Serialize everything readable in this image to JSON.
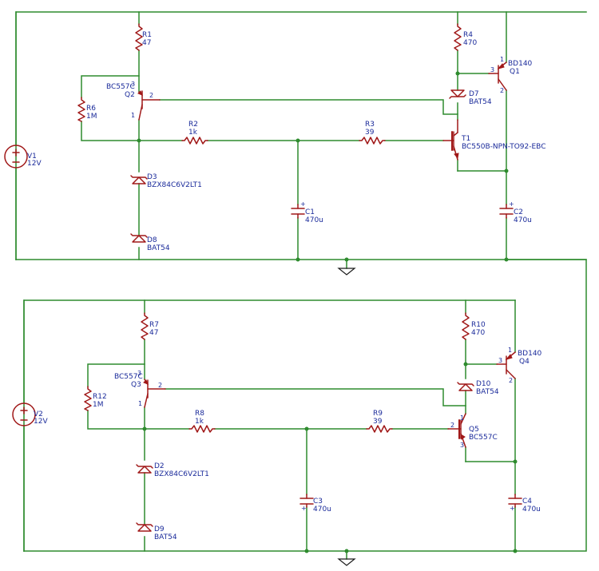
{
  "components": {
    "R1": {
      "ref": "R1",
      "value": "47"
    },
    "R4": {
      "ref": "R4",
      "value": "470"
    },
    "R6": {
      "ref": "R6",
      "value": "1M"
    },
    "R2": {
      "ref": "R2",
      "value": "1k"
    },
    "R3": {
      "ref": "R3",
      "value": "39"
    },
    "Q1": {
      "ref": "Q1",
      "value": "BD140",
      "pins": [
        "1",
        "2",
        "3"
      ]
    },
    "Q2": {
      "ref": "Q2",
      "value": "BC557C",
      "pins": [
        "1",
        "2",
        "3"
      ]
    },
    "T1": {
      "ref": "T1",
      "value": "BC550B-NPN-TO92-EBC"
    },
    "D7": {
      "ref": "D7",
      "value": "BAT54"
    },
    "D3": {
      "ref": "D3",
      "value": "BZX84C6V2LT1"
    },
    "D8": {
      "ref": "D8",
      "value": "BAT54"
    },
    "C1": {
      "ref": "C1",
      "value": "470u"
    },
    "C2": {
      "ref": "C2",
      "value": "470u"
    },
    "V1": {
      "ref": "V1",
      "value": "12V"
    },
    "R7": {
      "ref": "R7",
      "value": "47"
    },
    "R10": {
      "ref": "R10",
      "value": "470"
    },
    "R12": {
      "ref": "R12",
      "value": "1M"
    },
    "R8": {
      "ref": "R8",
      "value": "1k"
    },
    "R9": {
      "ref": "R9",
      "value": "39"
    },
    "Q3": {
      "ref": "Q3",
      "value": "BC557C",
      "pins": [
        "1",
        "2",
        "3"
      ]
    },
    "Q4": {
      "ref": "Q4",
      "value": "BD140",
      "pins": [
        "1",
        "2",
        "3"
      ]
    },
    "Q5": {
      "ref": "Q5",
      "value": "BC557C",
      "pins": [
        "1",
        "2",
        "3"
      ]
    },
    "D10": {
      "ref": "D10",
      "value": "BAT54"
    },
    "D2": {
      "ref": "D2",
      "value": "BZX84C6V2LT1"
    },
    "D9": {
      "ref": "D9",
      "value": "BAT54"
    },
    "C3": {
      "ref": "C3",
      "value": "470u"
    },
    "C4": {
      "ref": "C4",
      "value": "470u"
    },
    "V2": {
      "ref": "V2",
      "value": "12V"
    }
  },
  "colors": {
    "wire": "#2e8b2e",
    "part": "#a01818",
    "label": "#1a2a9a",
    "ground": "#1a1a1a",
    "background": "#ffffff"
  }
}
